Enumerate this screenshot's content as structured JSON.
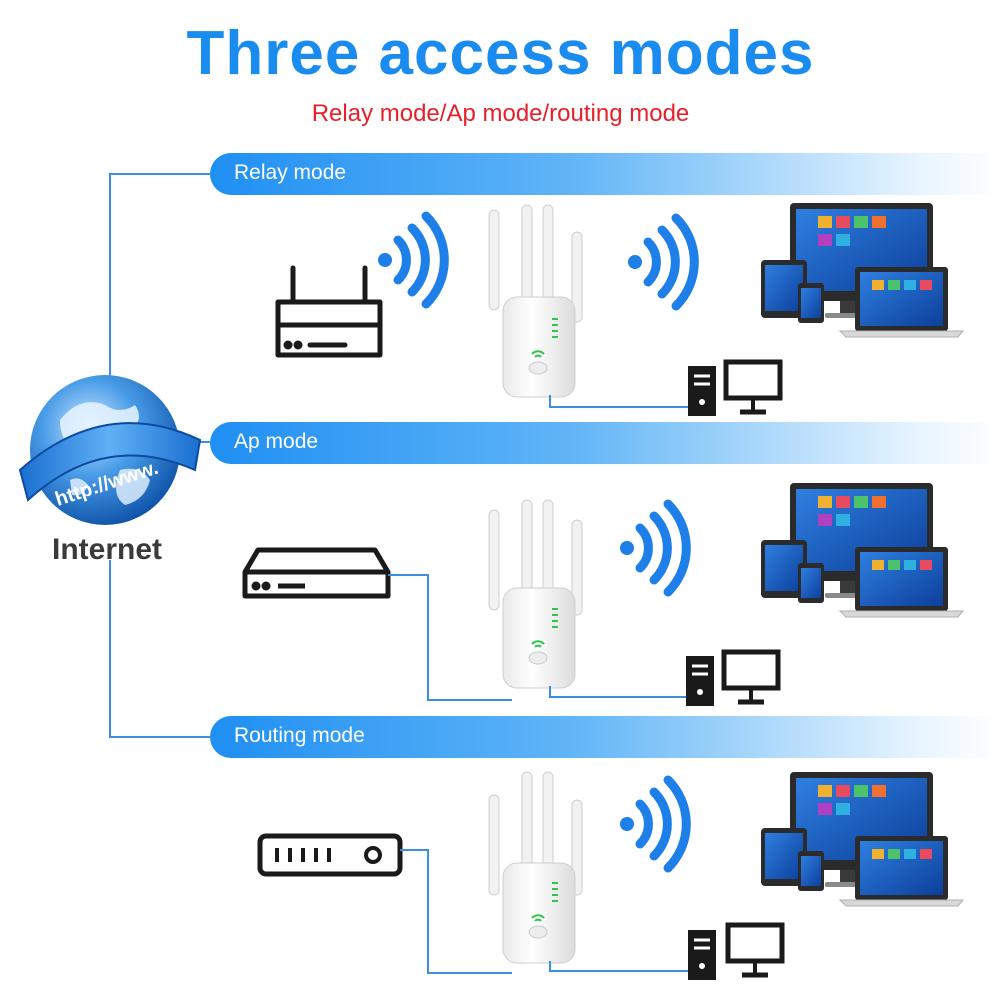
{
  "title": "Three access modes",
  "subtitle": "Relay mode/Ap mode/routing mode",
  "modes": [
    {
      "label": "Relay mode"
    },
    {
      "label": "Ap mode"
    },
    {
      "label": "Routing mode"
    }
  ],
  "globe": {
    "banner_text": "http://www.",
    "label": "Internet"
  },
  "colors": {
    "title_blue": "#1a8cf0",
    "subtitle_red": "#e8202a",
    "band_blue": "#1f8ff3",
    "line_blue": "#3a8fe0"
  },
  "icons": [
    "globe-icon",
    "router-icon",
    "switch-icon",
    "modem-icon",
    "wifi-extender-icon",
    "wifi-signal-icon",
    "desktop-pc-icon",
    "devices-icon"
  ]
}
